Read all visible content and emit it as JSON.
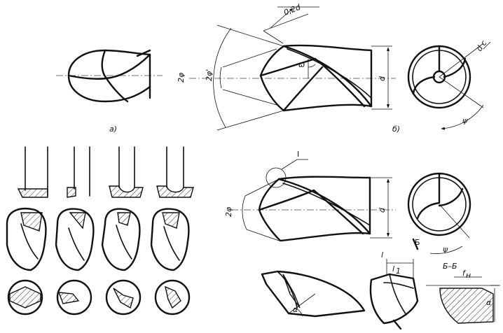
{
  "labels": {
    "fig_a": "а)",
    "fig_b": "б)",
    "two_phi": "2φ",
    "two_phi_prime": "2φ'",
    "omega": "ω",
    "d": "d",
    "d_lower": "d",
    "dim_02d": "0,2d",
    "d_c": "d",
    "d_c_sub": "c",
    "psi": "ψ",
    "psi_lower": "ψ",
    "two_phi_lower": "2φ",
    "detail_I": "I",
    "section_B": "Б",
    "section_BB": "Б–Б",
    "l": "l",
    "l1": "l",
    "l1_sub": "1",
    "alpha_1": "α",
    "alpha_2": "α",
    "f_n": "f",
    "f_n_sub": "н"
  }
}
